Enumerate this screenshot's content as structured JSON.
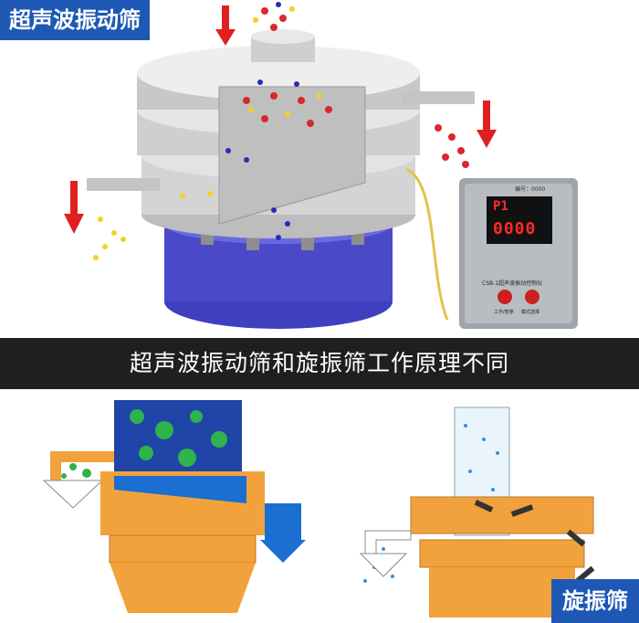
{
  "header_tag": "超声波振动筛",
  "banner_text": "超声波振动筛和旋振筛工作原理不同",
  "footer_tag": "旋振筛",
  "controller": {
    "serial_label": "编号：0000",
    "display_line1": "P1",
    "display_line2": "0000",
    "panel_caption": "CSB-1超声波振动控制仪",
    "button_left_label": "工作/暂停",
    "button_right_label": "模式选择"
  },
  "colors": {
    "brand_blue": "#1e58b4",
    "banner_bg": "#1f1f1f",
    "orange": "#f2a23c",
    "blue_fill": "#1a6fd1",
    "green_particles": "#3da83d",
    "red_particles": "#d9282f",
    "yellow_particles": "#f2d21f"
  },
  "icons": {
    "arrow_down": "down-arrow-icon"
  }
}
